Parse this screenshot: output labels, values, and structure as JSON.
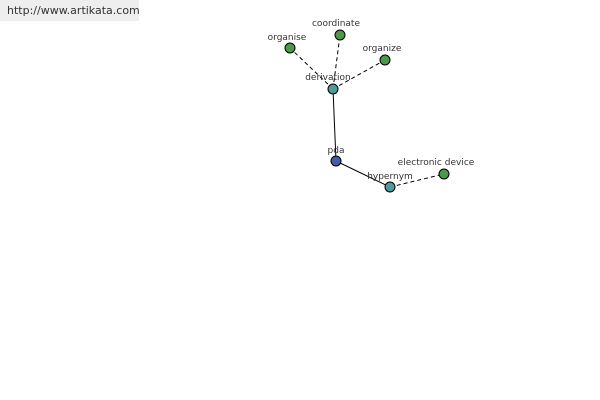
{
  "site": {
    "url": "http://www.artikata.com"
  },
  "colors": {
    "root": "#4a5aa8",
    "relation": "#4f9a9a",
    "leaf": "#4a9a4a",
    "edge": "#000000"
  },
  "graph": {
    "nodes": [
      {
        "id": "pda",
        "label": "pda",
        "kind": "root"
      },
      {
        "id": "derivation",
        "label": "derivation",
        "kind": "relation"
      },
      {
        "id": "hypernym",
        "label": "hypernym",
        "kind": "relation"
      },
      {
        "id": "organise",
        "label": "organise",
        "kind": "leaf"
      },
      {
        "id": "coordinate",
        "label": "coordinate",
        "kind": "leaf"
      },
      {
        "id": "organize",
        "label": "organize",
        "kind": "leaf"
      },
      {
        "id": "electronic-device",
        "label": "electronic device",
        "kind": "leaf"
      }
    ],
    "edges": [
      {
        "from": "pda",
        "to": "derivation",
        "style": "solid"
      },
      {
        "from": "pda",
        "to": "hypernym",
        "style": "solid"
      },
      {
        "from": "derivation",
        "to": "organise",
        "style": "dashed"
      },
      {
        "from": "derivation",
        "to": "coordinate",
        "style": "dashed"
      },
      {
        "from": "derivation",
        "to": "organize",
        "style": "dashed"
      },
      {
        "from": "hypernym",
        "to": "electronic-device",
        "style": "dashed"
      }
    ]
  }
}
